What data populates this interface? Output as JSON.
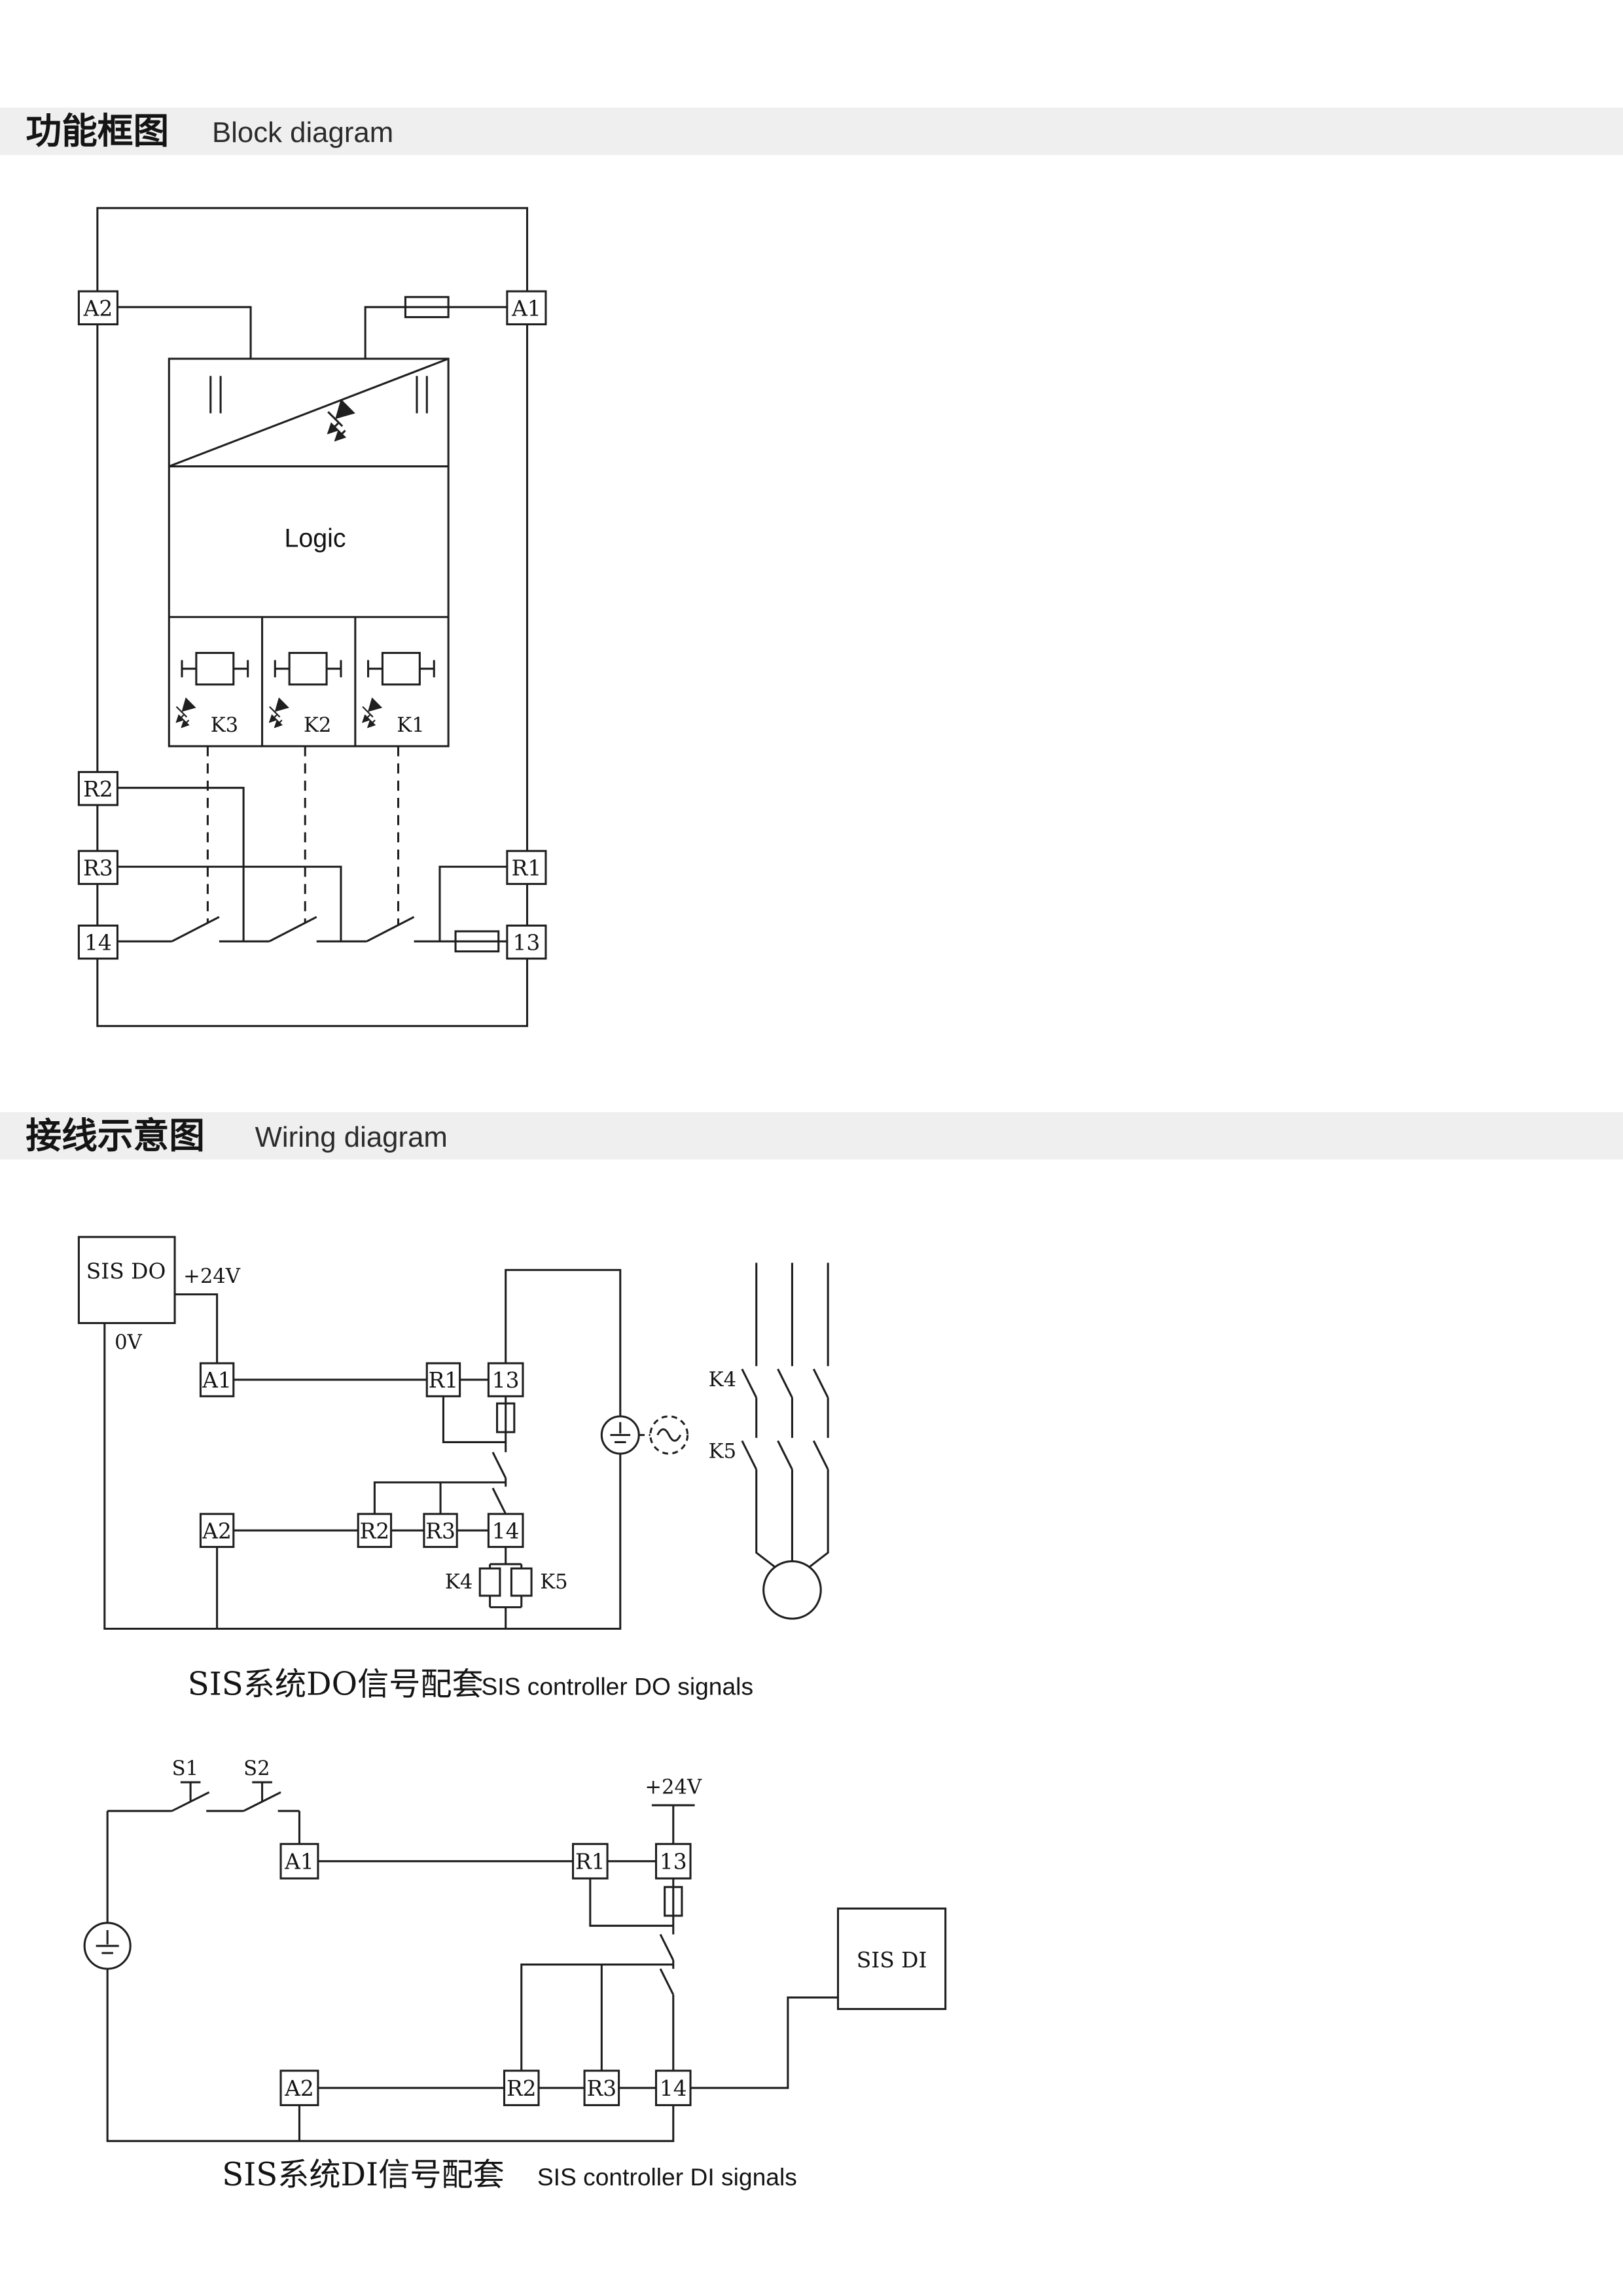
{
  "colors": {
    "line": "#1f1f1f",
    "header_bg": "#efefef",
    "text": "#141414",
    "page_bg": "#ffffff"
  },
  "sections": {
    "block": {
      "title_zh": "功能框图",
      "title_en": "Block diagram"
    },
    "wiring": {
      "title_zh": "接线示意图",
      "title_en": "Wiring diagram"
    }
  },
  "block_diagram": {
    "logic_label": "Logic",
    "terminals": {
      "a2": "A2",
      "a1": "A1",
      "r2": "R2",
      "r3": "R3",
      "t14": "14",
      "r1": "R1",
      "t13": "13"
    },
    "relays": {
      "k3": "K3",
      "k2": "K2",
      "k1": "K1"
    }
  },
  "do_diagram": {
    "sis_box_label": "SIS DO",
    "plus24_label": "+24V",
    "zero_v_label": "0V",
    "terminals": {
      "a1": "A1",
      "r1": "R1",
      "t13": "13",
      "a2": "A2",
      "r2": "R2",
      "r3": "R3",
      "t14": "14"
    },
    "coil_labels": {
      "k4": "K4",
      "k5": "K5"
    },
    "contact_labels": {
      "k4": "K4",
      "k5": "K5"
    },
    "caption_zh": "SIS系统DO信号配套",
    "caption_en": "SIS controller DO signals"
  },
  "di_diagram": {
    "switch_labels": {
      "s1": "S1",
      "s2": "S2"
    },
    "plus24_label": "+24V",
    "terminals": {
      "a1": "A1",
      "r1": "R1",
      "t13": "13",
      "a2": "A2",
      "r2": "R2",
      "r3": "R3",
      "t14": "14"
    },
    "sis_box_label": "SIS DI",
    "caption_zh": "SIS系统DI信号配套",
    "caption_en": "SIS controller DI signals"
  }
}
